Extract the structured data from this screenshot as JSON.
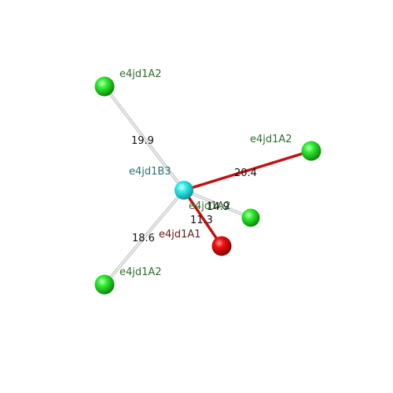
{
  "colors": {
    "green_node": "#22cc22",
    "cyan_node": "#22e0e0",
    "red_node": "#dd1111",
    "grey_edge": "#c8c8c8",
    "red_edge": "#c41010",
    "green_label": "#2e6e2e",
    "teal_label": "#2f6f6f",
    "red_label": "#6a1a1a",
    "value_label": "#111111"
  },
  "nodes": {
    "center": {
      "label": "e4jd1B3",
      "color": "cyan"
    },
    "top_left": {
      "label": "e4jd1A2",
      "color": "green"
    },
    "right": {
      "label": "e4jd1A2",
      "color": "green"
    },
    "bottom_left": {
      "label": "e4jd1A2",
      "color": "green"
    },
    "mid_right": {
      "label": "e4jd1A2",
      "color": "green"
    },
    "red": {
      "label": "e4jd1A1",
      "color": "red"
    }
  },
  "edges": {
    "center_top_left": {
      "value": "19.9",
      "style": "grey"
    },
    "center_right": {
      "value": "20.4",
      "style": "red"
    },
    "center_bottom_left": {
      "value": "18.6",
      "style": "grey"
    },
    "center_mid_right": {
      "value": "14.9",
      "style": "grey"
    },
    "center_red": {
      "value": "11.3",
      "style": "red"
    }
  }
}
